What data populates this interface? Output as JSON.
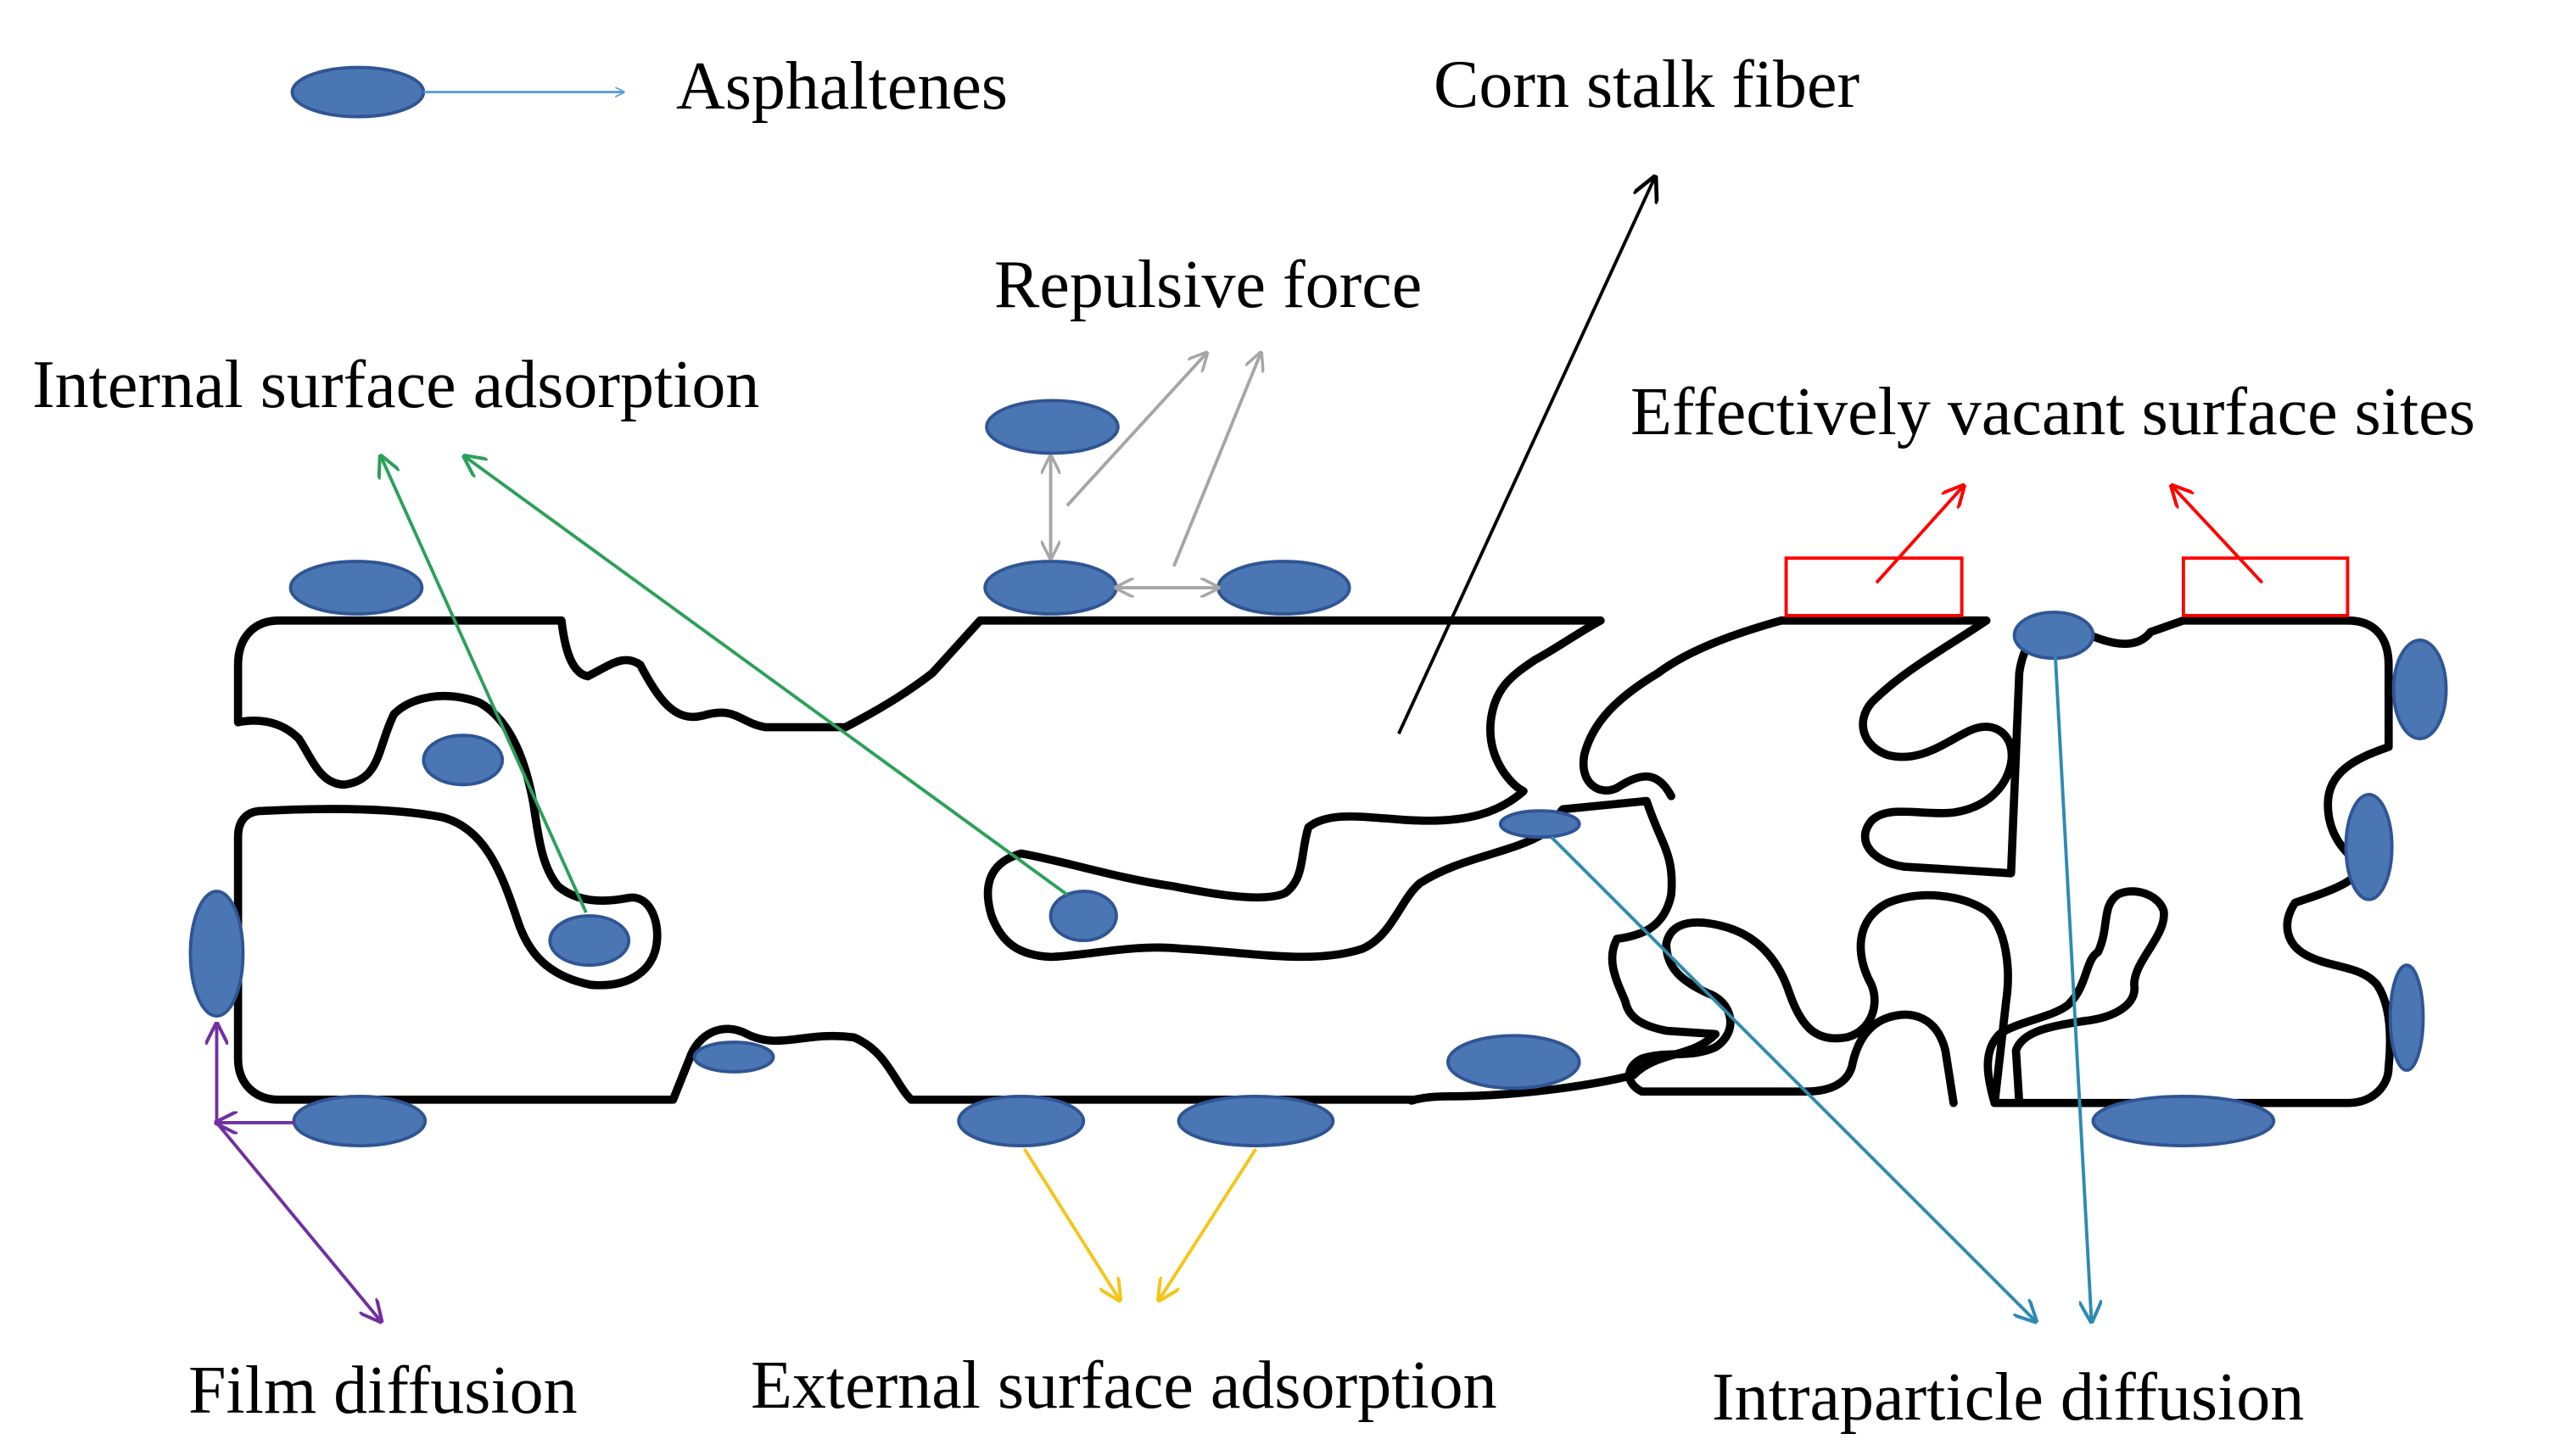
{
  "labels": {
    "legend": "Asphaltenes",
    "fiber": "Corn stalk fiber",
    "repulsive": "Repulsive force",
    "internal": "Internal surface adsorption",
    "vacant": "Effectively vacant surface sites",
    "film": "Film diffusion",
    "external": "External surface adsorption",
    "intraparticle": "Intraparticle diffusion"
  },
  "colors": {
    "particle_fill": "#4a76b4",
    "particle_stroke": "#2f5594",
    "fiber_outline": "#000000",
    "legend_arrow": "#5b9bd5",
    "repulsive_arrows": "#a6a6a6",
    "internal_arrows": "#2ca05a",
    "vacant_arrows": "#ff0000",
    "film_arrows": "#7030a0",
    "external_arrows": "#f5c518",
    "intraparticle_arrows": "#2e8bb0"
  }
}
